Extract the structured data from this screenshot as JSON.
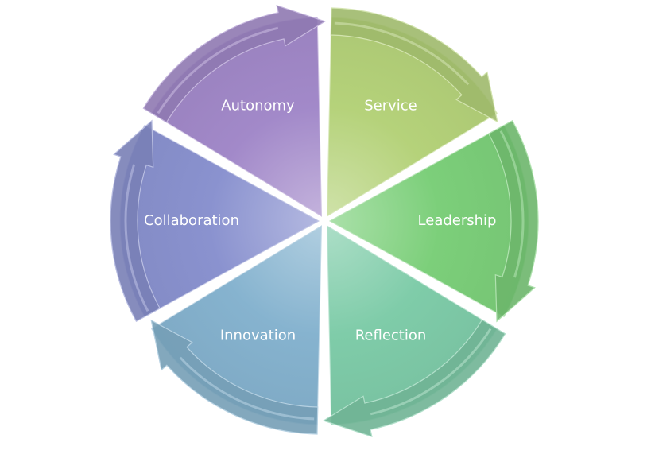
{
  "diagram": {
    "type": "cycle",
    "segments": [
      {
        "label": "Service",
        "color": "#b5d27a"
      },
      {
        "label": "Leadership",
        "color": "#7ccf7a"
      },
      {
        "label": "Reflection",
        "color": "#7fcca9"
      },
      {
        "label": "Innovation",
        "color": "#86b3cf"
      },
      {
        "label": "Collaboration",
        "color": "#8a92cf"
      },
      {
        "label": "Autonomy",
        "color": "#a289c9"
      }
    ]
  }
}
